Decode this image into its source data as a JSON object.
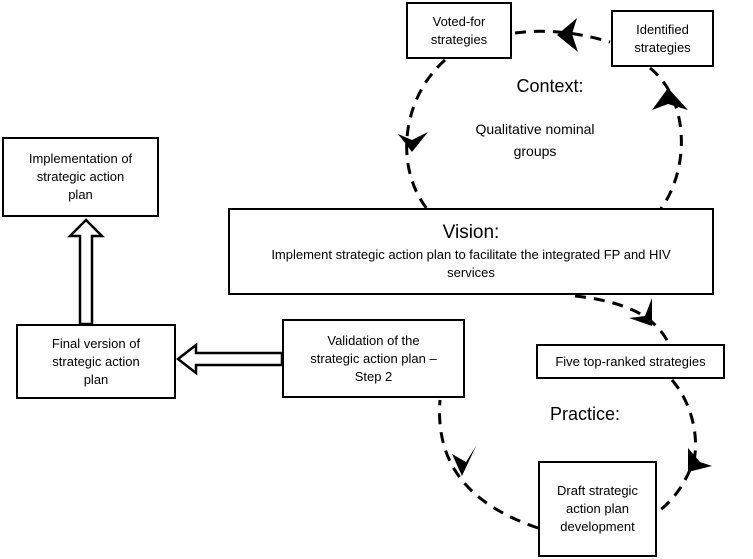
{
  "boxes": {
    "voted_for": "Voted-for\nstrategies",
    "identified": "Identified\nstrategies",
    "implementation": "Implementation of\nstrategic action\nplan",
    "vision_title": "Vision:",
    "vision_text": "Implement strategic action plan to facilitate the integrated FP and HIV\nservices",
    "final_version": "Final version of\nstrategic action\nplan",
    "validation": "Validation of the\nstrategic action plan –\nStep 2",
    "five_top": "Five top-ranked strategies",
    "draft": "Draft strategic\naction plan\ndevelopment"
  },
  "labels": {
    "context": "Context:",
    "qualitative": "Qualitative nominal\ngroups",
    "practice": "Practice:"
  }
}
